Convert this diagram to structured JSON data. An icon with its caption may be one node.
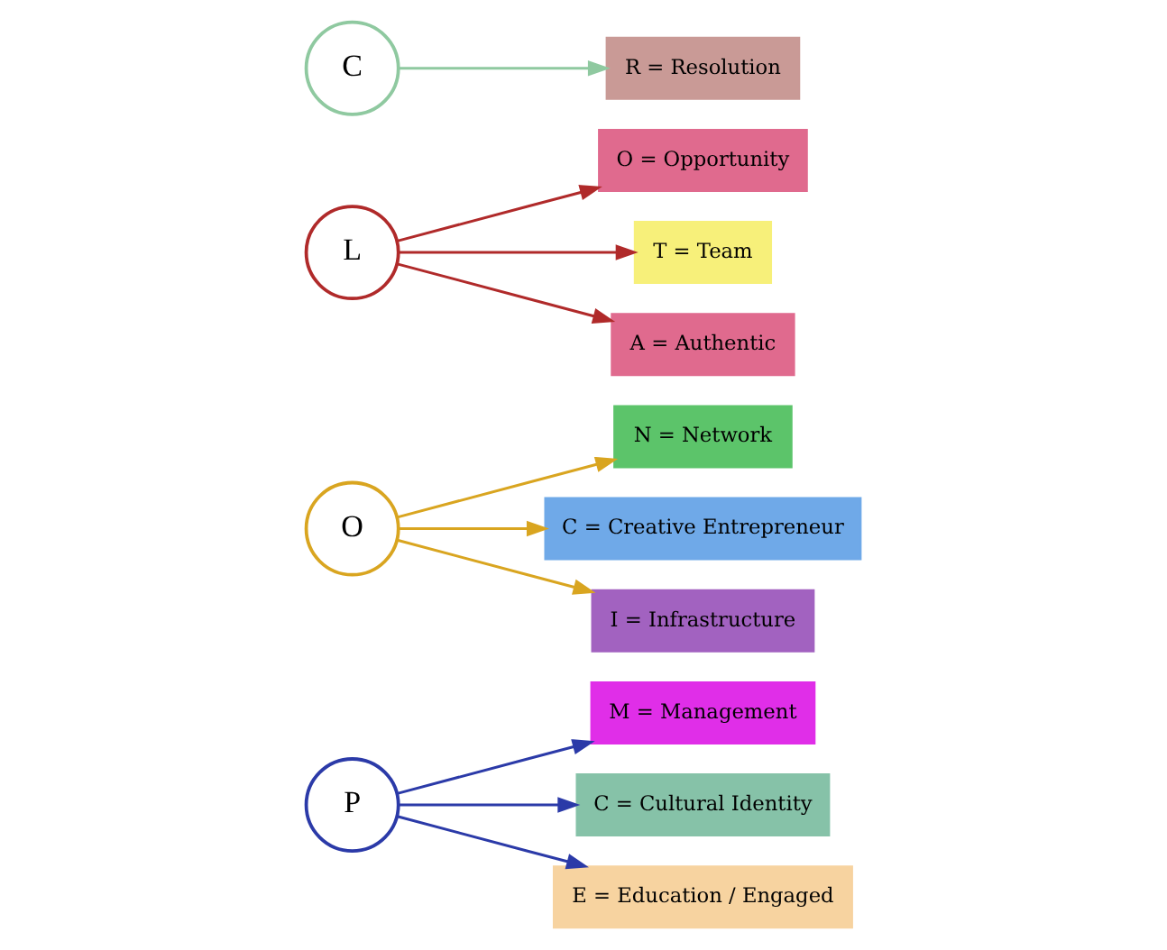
{
  "diagram": {
    "nodes": [
      {
        "text": [
          "P"
        ]
      },
      {
        "text": [
          "O"
        ]
      },
      {
        "text": [
          "L"
        ]
      },
      {
        "text": [
          "C"
        ]
      },
      {
        "text": [
          "N = Network"
        ]
      },
      {
        "text": [
          "O = Opportunity"
        ]
      },
      {
        "text": [
          "C = Creative Entrepreneur"
        ]
      },
      {
        "text": [
          "I = Infrastructure"
        ]
      },
      {
        "text": [
          "M = Management"
        ]
      },
      {
        "text": [
          "T = Team"
        ]
      },
      {
        "text": [
          "C = Cultural Identity"
        ]
      },
      {
        "text": [
          "A = Authentic"
        ]
      },
      {
        "text": [
          "R = Resolution"
        ]
      },
      {
        "text": [
          "E = Education / Engaged"
        ]
      }
    ],
    "edges": [
      {
        "from": 0,
        "to": 13,
        "arrow": "to",
        "color": "#2b3aa8"
      },
      {
        "from": 0,
        "to": 8,
        "arrow": "to",
        "color": "#2b3aa8"
      },
      {
        "from": 0,
        "to": 10,
        "arrow": "to",
        "color": "#2b3aa8"
      },
      {
        "from": 1,
        "to": 4,
        "arrow": "to",
        "color": "#d9a520"
      },
      {
        "from": 1,
        "to": 6,
        "arrow": "to",
        "color": "#d9a520"
      },
      {
        "from": 1,
        "to": 7,
        "arrow": "to",
        "color": "#d9a520"
      },
      {
        "from": 2,
        "to": 5,
        "arrow": "to",
        "color": "#b02a2a"
      },
      {
        "from": 2,
        "to": 9,
        "arrow": "to",
        "color": "#b02a2a"
      },
      {
        "from": 2,
        "to": 11,
        "arrow": "to",
        "color": "#b02a2a"
      },
      {
        "from": 3,
        "to": 12,
        "arrow": "to",
        "color": "#8fc9a0"
      }
    ]
  }
}
